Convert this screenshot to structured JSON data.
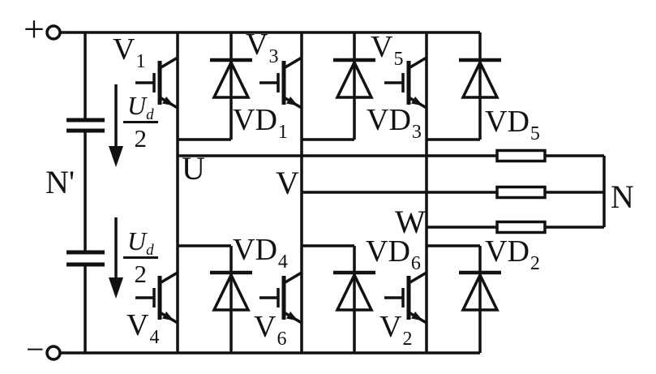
{
  "colors": {
    "ink": "#111111",
    "background": "#ffffff"
  },
  "terminals": {
    "positive": "+",
    "negative": "−"
  },
  "nodes": {
    "dc_midpoint": "N'",
    "phase_u": "U",
    "phase_v": "V",
    "phase_w": "W",
    "neutral": "N"
  },
  "dc_link": {
    "upper": {
      "num": "U",
      "num_sub": "d",
      "den": "2"
    },
    "lower": {
      "num": "U",
      "num_sub": "d",
      "den": "2"
    }
  },
  "transistors": {
    "v1": {
      "name": "V",
      "sub": "1"
    },
    "v3": {
      "name": "V",
      "sub": "3"
    },
    "v5": {
      "name": "V",
      "sub": "5"
    },
    "v4": {
      "name": "V",
      "sub": "4"
    },
    "v6": {
      "name": "V",
      "sub": "6"
    },
    "v2": {
      "name": "V",
      "sub": "2"
    }
  },
  "diodes": {
    "vd1": {
      "name": "VD",
      "sub": "1"
    },
    "vd3": {
      "name": "VD",
      "sub": "3"
    },
    "vd5": {
      "name": "VD",
      "sub": "5"
    },
    "vd4": {
      "name": "VD",
      "sub": "4"
    },
    "vd6": {
      "name": "VD",
      "sub": "6"
    },
    "vd2": {
      "name": "VD",
      "sub": "2"
    }
  }
}
